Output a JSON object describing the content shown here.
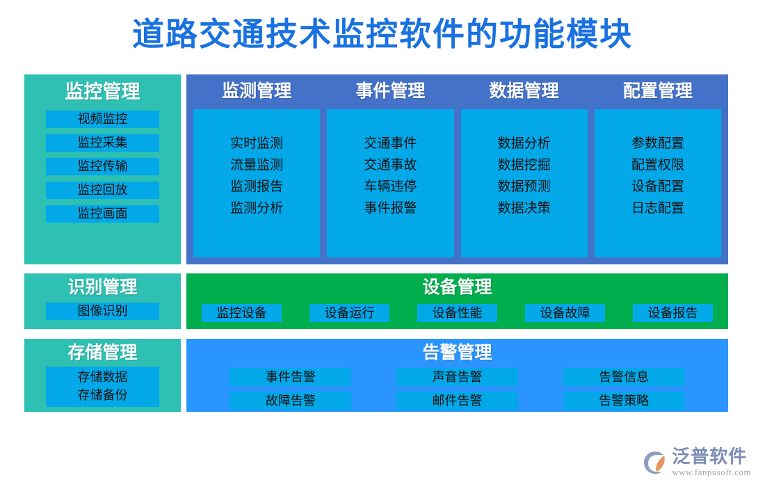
{
  "page": {
    "title": "道路交通技术监控软件的功能模块",
    "title_color": "#1a72e0"
  },
  "colors": {
    "teal": "#2ec0b3",
    "panel_blue": "#4472c8",
    "chip_blue": "#02a8e8",
    "green": "#00ae4d",
    "alarm_blue": "#2b95ff"
  },
  "monitor_management": {
    "title": "监控管理",
    "items": [
      {
        "label": "视频监控"
      },
      {
        "label": "监控采集"
      },
      {
        "label": "监控传输"
      },
      {
        "label": "监控回放"
      },
      {
        "label": "监控画面"
      }
    ]
  },
  "main_columns": [
    {
      "title": "监测管理",
      "items": [
        {
          "label": "实时监测"
        },
        {
          "label": "流量监测"
        },
        {
          "label": "监测报告"
        },
        {
          "label": "监测分析"
        }
      ]
    },
    {
      "title": "事件管理",
      "items": [
        {
          "label": "交通事件"
        },
        {
          "label": "交通事故"
        },
        {
          "label": "车辆违停"
        },
        {
          "label": "事件报警"
        }
      ]
    },
    {
      "title": "数据管理",
      "items": [
        {
          "label": "数据分析"
        },
        {
          "label": "数据挖掘"
        },
        {
          "label": "数据预测"
        },
        {
          "label": "数据决策"
        }
      ]
    },
    {
      "title": "配置管理",
      "items": [
        {
          "label": "参数配置"
        },
        {
          "label": "配置权限"
        },
        {
          "label": "设备配置"
        },
        {
          "label": "日志配置"
        }
      ]
    }
  ],
  "recognition_management": {
    "title": "识别管理",
    "items": [
      {
        "label": "图像识别"
      }
    ]
  },
  "device_management": {
    "title": "设备管理",
    "items": [
      {
        "label": "监控设备"
      },
      {
        "label": "设备运行"
      },
      {
        "label": "设备性能"
      },
      {
        "label": "设备故障"
      },
      {
        "label": "设备报告"
      }
    ]
  },
  "storage_management": {
    "title": "存储管理",
    "items": [
      {
        "label": "存储数据"
      },
      {
        "label": "存储备份"
      }
    ]
  },
  "alarm_management": {
    "title": "告警管理",
    "items": [
      {
        "label": "事件告警"
      },
      {
        "label": "声音告警"
      },
      {
        "label": "告警信息"
      },
      {
        "label": "故障告警"
      },
      {
        "label": "邮件告警"
      },
      {
        "label": "告警策略"
      }
    ]
  },
  "brand": {
    "name": "泛普软件",
    "url": "www.fanpusoft.com",
    "logo_icon": "fanpu-logo-icon"
  }
}
